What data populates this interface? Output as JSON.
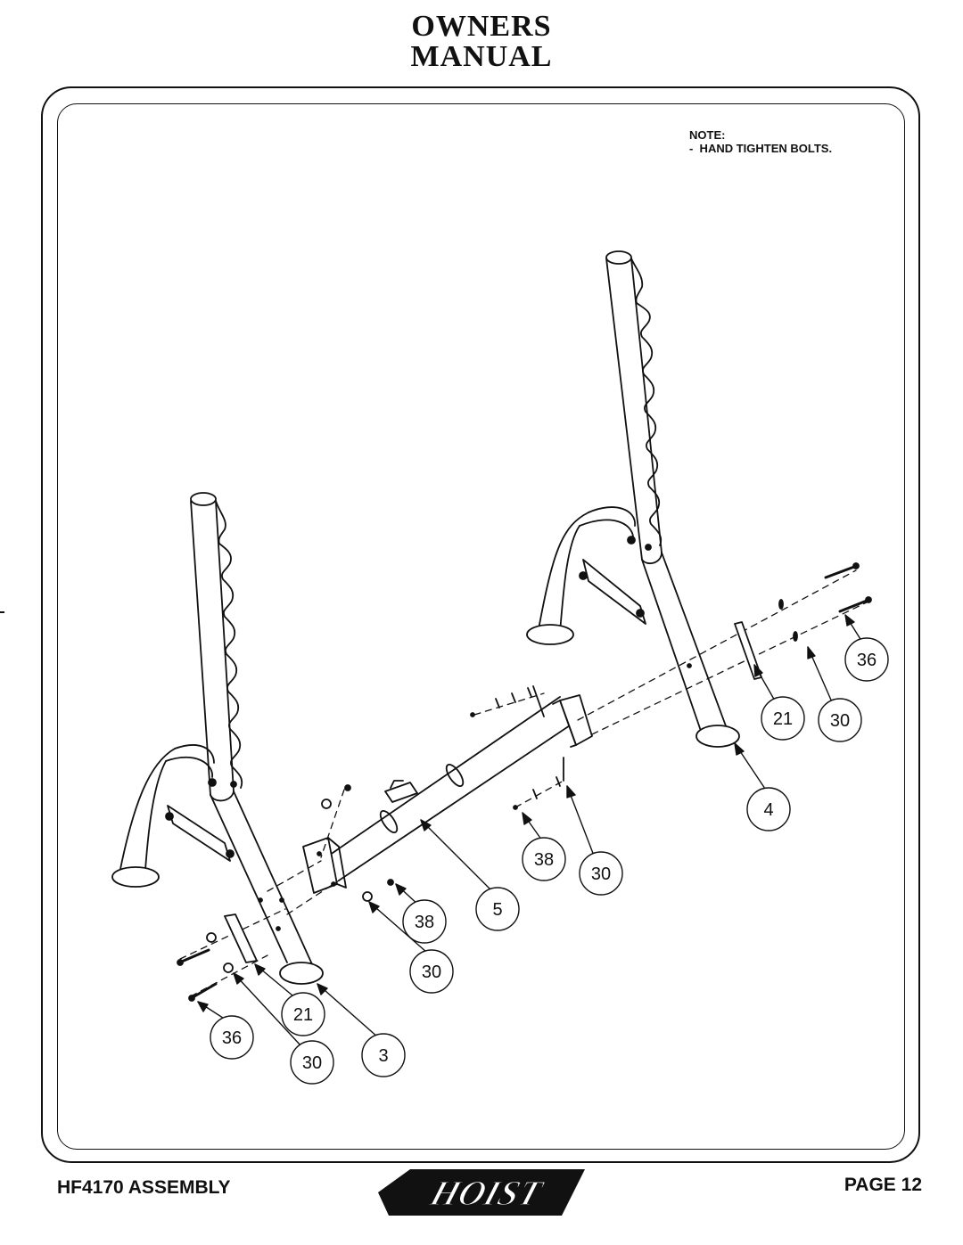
{
  "header": {
    "line1": "OWNERS",
    "line2": "MANUAL"
  },
  "note": {
    "title": "NOTE:",
    "line": "-  HAND TIGHTEN BOLTS."
  },
  "callouts": [
    "36",
    "21",
    "30",
    "4",
    "38",
    "30",
    "5",
    "38",
    "30",
    "21",
    "36",
    "30",
    "3"
  ],
  "footer": {
    "left": "HF4170 ASSEMBLY",
    "right": "PAGE 12",
    "logo_text": "HOIST"
  }
}
